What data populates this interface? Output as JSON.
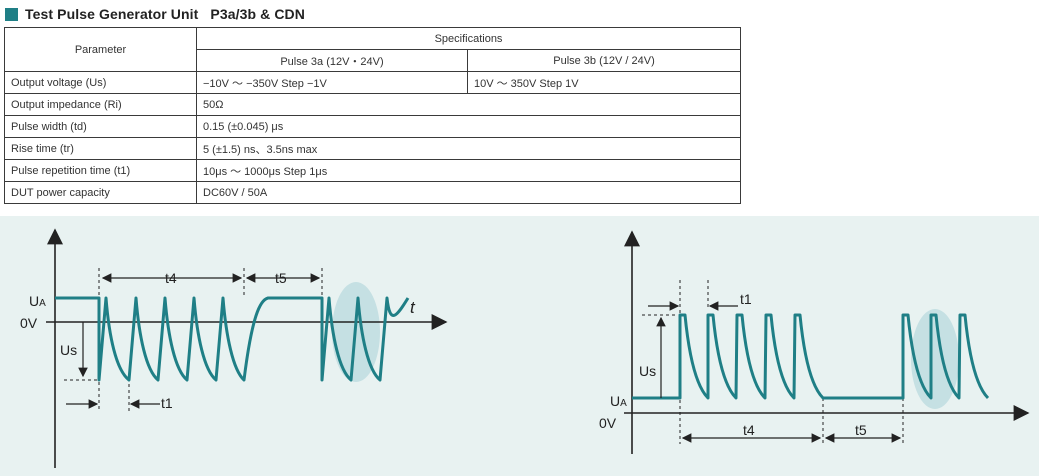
{
  "title": {
    "main": "Test Pulse Generator Unit",
    "models": "P3a/3b & CDN"
  },
  "table": {
    "header_param": "Parameter",
    "header_spec": "Specifications",
    "col_3a": "Pulse 3a (12V・24V)",
    "col_3b": "Pulse 3b (12V / 24V)",
    "rows": [
      {
        "param": "Output voltage (Us)",
        "a": "−10V ～ −350V Step −1V",
        "b": "10V ～ 350V Step 1V"
      },
      {
        "param": "Output impedance (Ri)",
        "v": "50Ω"
      },
      {
        "param": "Pulse width (td)",
        "v": "0.15 (±0.045) μs"
      },
      {
        "param": "Rise time (tr)",
        "v": "5 (±1.5) ns、3.5ns max"
      },
      {
        "param": "Pulse repetition time (t1)",
        "v": "10μs ～ 1000μs Step 1μs"
      },
      {
        "param": "DUT power capacity",
        "v": "DC60V / 50A"
      }
    ]
  },
  "diagram_left": {
    "ua": "U",
    "ua_sub": "A",
    "zero": "0V",
    "us": "Us",
    "t": "t",
    "t1": "t1",
    "t4": "t4",
    "t5": "t5"
  },
  "diagram_right": {
    "ua": "U",
    "ua_sub": "A",
    "zero": "0V",
    "us": "Us",
    "t1": "t1",
    "t4": "t4",
    "t5": "t5"
  },
  "colors": {
    "accent": "#1f7f86",
    "background": "#e8f2f1",
    "highlight": "#c5e0e3"
  }
}
